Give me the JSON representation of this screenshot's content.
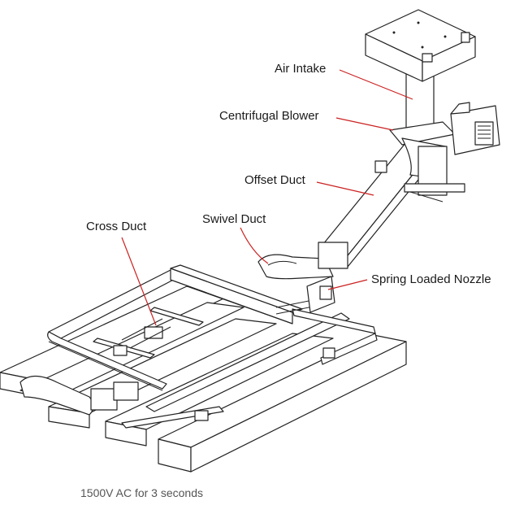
{
  "labels": {
    "air_intake": "Air Intake",
    "centrifugal_blower": "Centrifugal Blower",
    "offset_duct": "Offset Duct",
    "cross_duct": "Cross Duct",
    "swivel_duct": "Swivel Duct",
    "spring_loaded_nozzle": "Spring Loaded Nozzle"
  },
  "caption": "1500V AC for 3 seconds",
  "colors": {
    "leader": "#cc2222",
    "ink": "#222222",
    "caption": "#555555"
  }
}
